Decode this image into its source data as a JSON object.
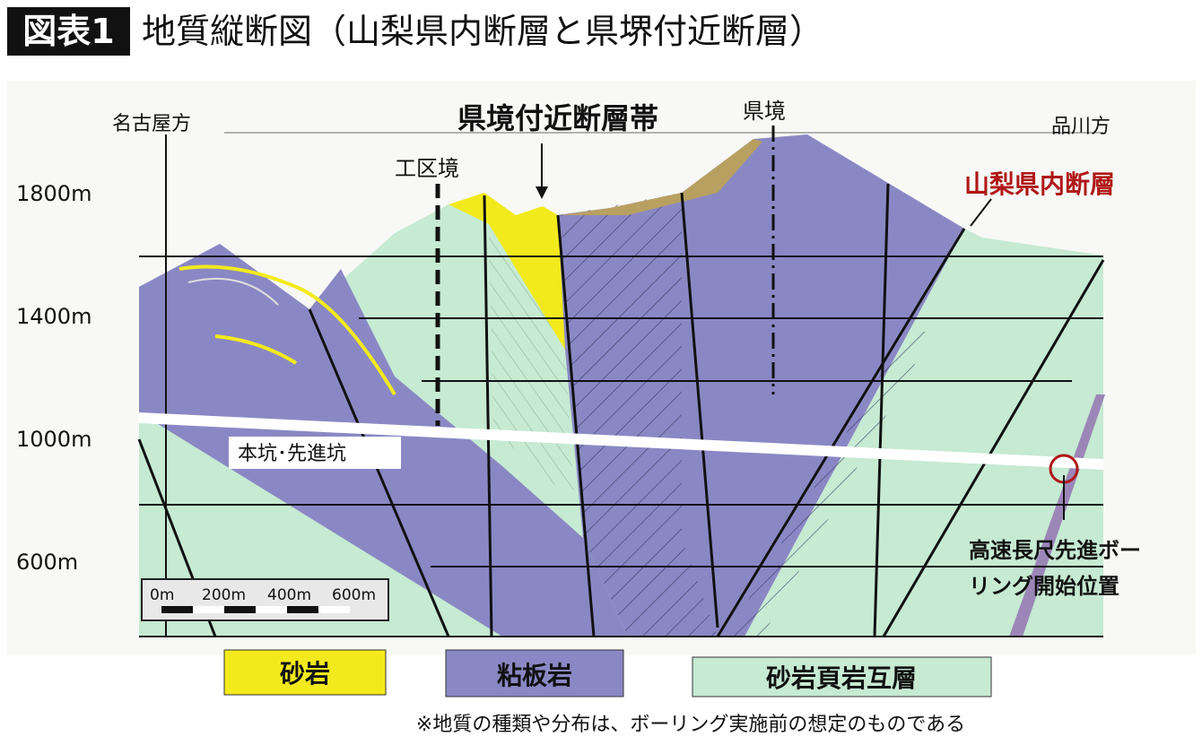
{
  "header": {
    "badge": "図表1",
    "title": "地質縦断図（山梨県内断層と県堺付近断層）"
  },
  "diagram": {
    "direction_left": "名古屋方",
    "direction_right": "品川方",
    "elevations": [
      "1800m",
      "1400m",
      "1000m",
      "600m"
    ],
    "label_section_boundary": "工区境",
    "label_fault_zone": "県境付近断層帯",
    "label_prefecture_border": "県境",
    "label_yamanashi_fault": "山梨県内断層",
    "label_tunnel": "本坑･先進坑",
    "label_boring_line1": "高速長尺先進ボー",
    "label_boring_line2": "リング開始位置",
    "scale": [
      "0m",
      "200m",
      "400m",
      "600m"
    ]
  },
  "legend": [
    {
      "label": "砂岩",
      "color": "#f2ea1c"
    },
    {
      "label": "粘板岩",
      "color": "#8a88c4"
    },
    {
      "label": "砂岩頁岩互層",
      "color": "#c6ead2"
    }
  ],
  "footnote": "※地質の種類や分布は、ボーリング実施前の想定のものである",
  "colors": {
    "sandstone": "#f2ea1c",
    "slate": "#8a88c4",
    "alternation": "#c6ead2",
    "fault_red": "#b01818"
  }
}
